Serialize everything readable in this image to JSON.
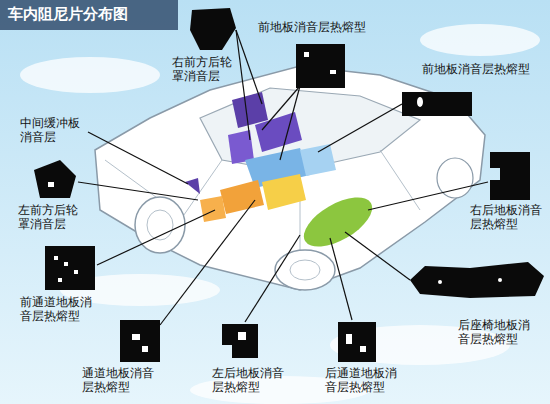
{
  "diagram": {
    "title": "车内阻尼片分布图",
    "labels": [
      "右前方后轮罩消音层",
      "前地板消音层热熔型",
      "前地板消音层热熔型",
      "中间缓冲板消音层",
      "左前方后轮罩消音层",
      "右后地板消音层热熔型",
      "前通道地板消音层热熔型",
      "后座椅地板消音层热熔型",
      "通道地板消音层热熔型",
      "左后地板消音层热熔型",
      "后通道地板消音层热熔型"
    ]
  }
}
